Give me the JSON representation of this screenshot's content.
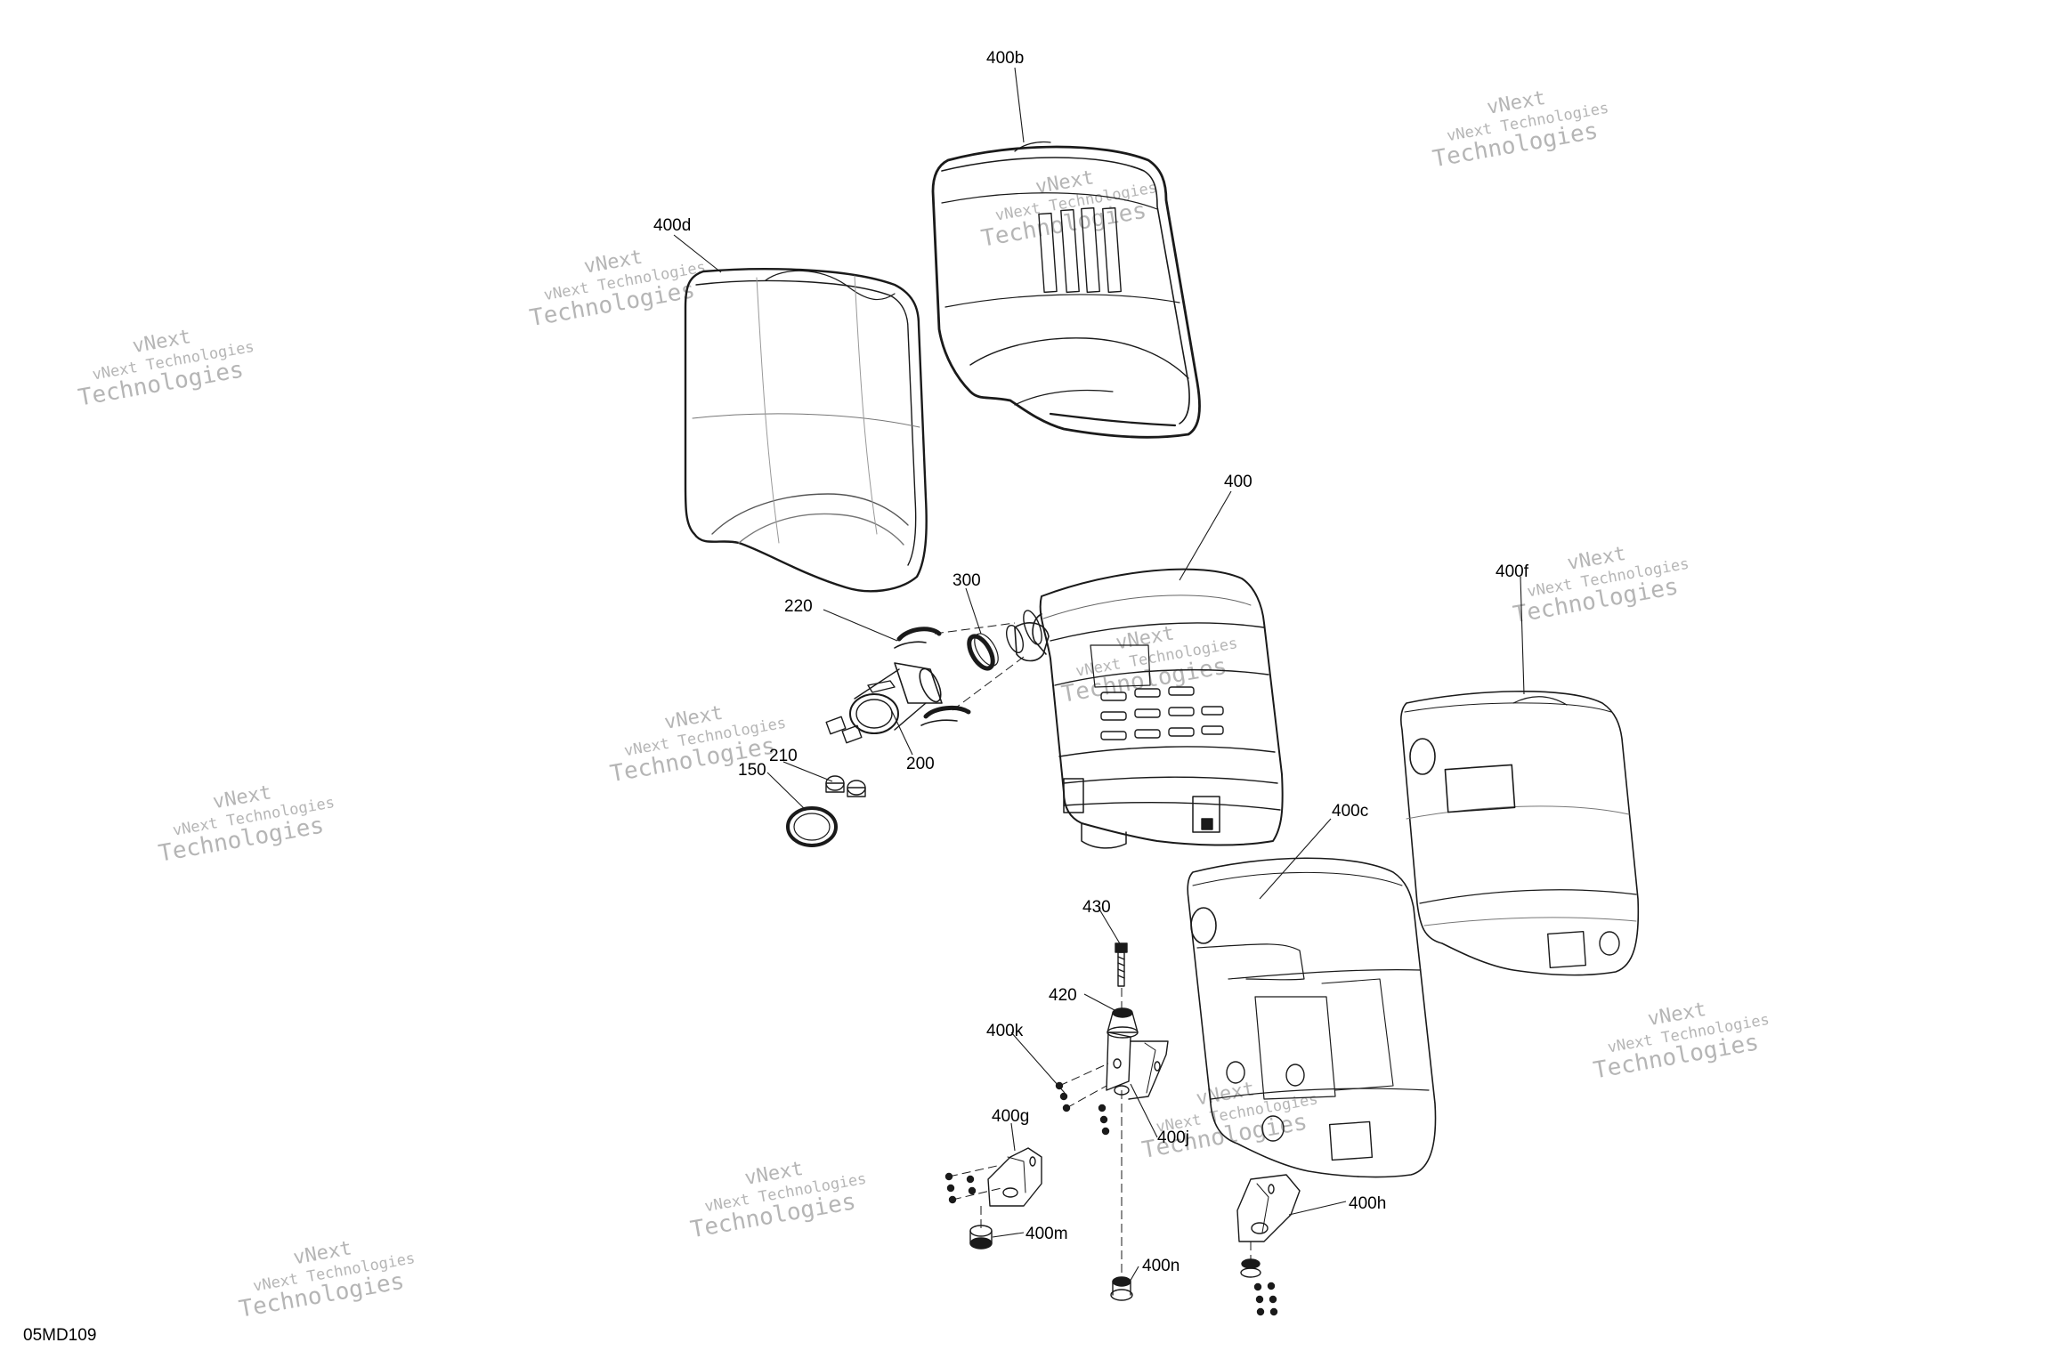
{
  "diagram": {
    "drawing_code": "05MD109",
    "watermark": {
      "line1": "vNext",
      "line2": "vNext Technologies",
      "line3": "Technologies"
    },
    "callouts": [
      {
        "id": "lbl-400b",
        "text": "400b"
      },
      {
        "id": "lbl-400d",
        "text": "400d"
      },
      {
        "id": "lbl-400",
        "text": "400"
      },
      {
        "id": "lbl-300",
        "text": "300"
      },
      {
        "id": "lbl-220",
        "text": "220"
      },
      {
        "id": "lbl-200",
        "text": "200"
      },
      {
        "id": "lbl-210",
        "text": "210"
      },
      {
        "id": "lbl-150",
        "text": "150"
      },
      {
        "id": "lbl-400f",
        "text": "400f"
      },
      {
        "id": "lbl-400c",
        "text": "400c"
      },
      {
        "id": "lbl-430",
        "text": "430"
      },
      {
        "id": "lbl-420",
        "text": "420"
      },
      {
        "id": "lbl-400k",
        "text": "400k"
      },
      {
        "id": "lbl-400g",
        "text": "400g"
      },
      {
        "id": "lbl-400j",
        "text": "400j"
      },
      {
        "id": "lbl-400m",
        "text": "400m"
      },
      {
        "id": "lbl-400n",
        "text": "400n"
      },
      {
        "id": "lbl-400h",
        "text": "400h"
      }
    ]
  }
}
